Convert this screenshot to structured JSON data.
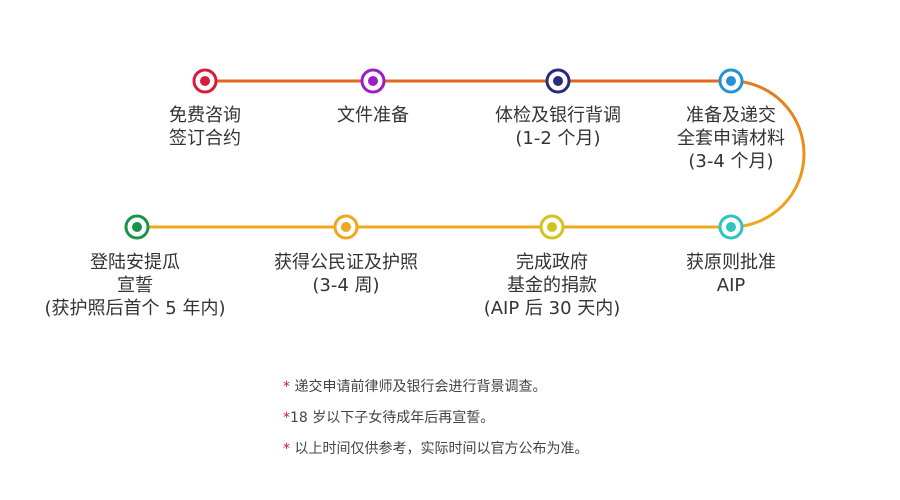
{
  "colors": {
    "top_line": "#e0681c",
    "curve_top": "#e37a1c",
    "curve_bottom": "#f1a71d",
    "bottom_line": "#efa91f",
    "star": "#d6182a"
  },
  "steps": [
    {
      "id": "consult",
      "lines": [
        "免费咨询",
        "签订合约"
      ],
      "color": "#d81b3a"
    },
    {
      "id": "docs",
      "lines": [
        "文件准备"
      ],
      "color": "#9b1fc4"
    },
    {
      "id": "bank",
      "lines": [
        "体检及银行背调",
        "(1-2 个月)"
      ],
      "color": "#2a2a7e"
    },
    {
      "id": "submit",
      "lines": [
        "准备及递交",
        "全套申请材料",
        "(3-4 个月)"
      ],
      "color": "#2592d6"
    },
    {
      "id": "approval",
      "lines": [
        "获原则批准",
        "AIP"
      ],
      "color": "#2fc4c0"
    },
    {
      "id": "donation",
      "lines": [
        "完成政府",
        "基金的捐款",
        "(AIP 后 30 天内)"
      ],
      "color": "#d2c319"
    },
    {
      "id": "passport",
      "lines": [
        "获得公民证及护照",
        "(3-4 周)"
      ],
      "color": "#f1a71d"
    },
    {
      "id": "oath",
      "lines": [
        "登陆安提瓜",
        "宣誓",
        "(获护照后首个 5 年内)"
      ],
      "color": "#1a9447"
    }
  ],
  "notes": [
    {
      "star": "*",
      "text": " 递交申请前律师及银行会进行背景调查。"
    },
    {
      "star": "*",
      "text": "18 岁以下子女待成年后再宣誓。"
    },
    {
      "star": "*",
      "text": " 以上时间仅供参考，实际时间以官方公布为准。"
    }
  ]
}
